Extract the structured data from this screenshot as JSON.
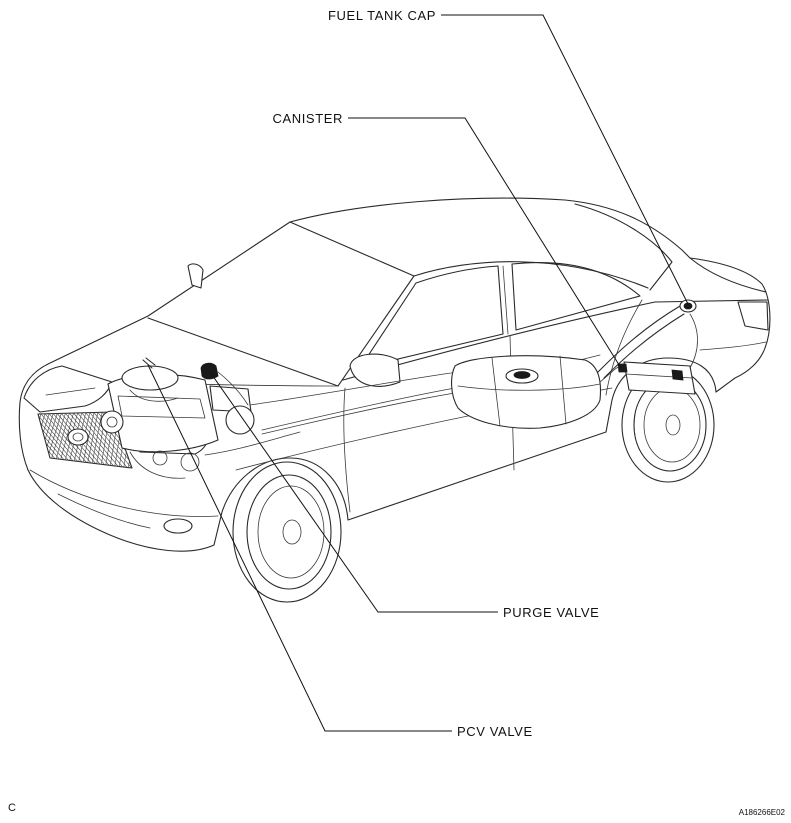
{
  "callouts": {
    "fuel_tank_cap": "FUEL TANK CAP",
    "canister": "CANISTER",
    "purge_valve": "PURGE VALVE",
    "pcv_valve": "PCV VALVE"
  },
  "corner_mark": "C",
  "figure_code": "A186266E02"
}
